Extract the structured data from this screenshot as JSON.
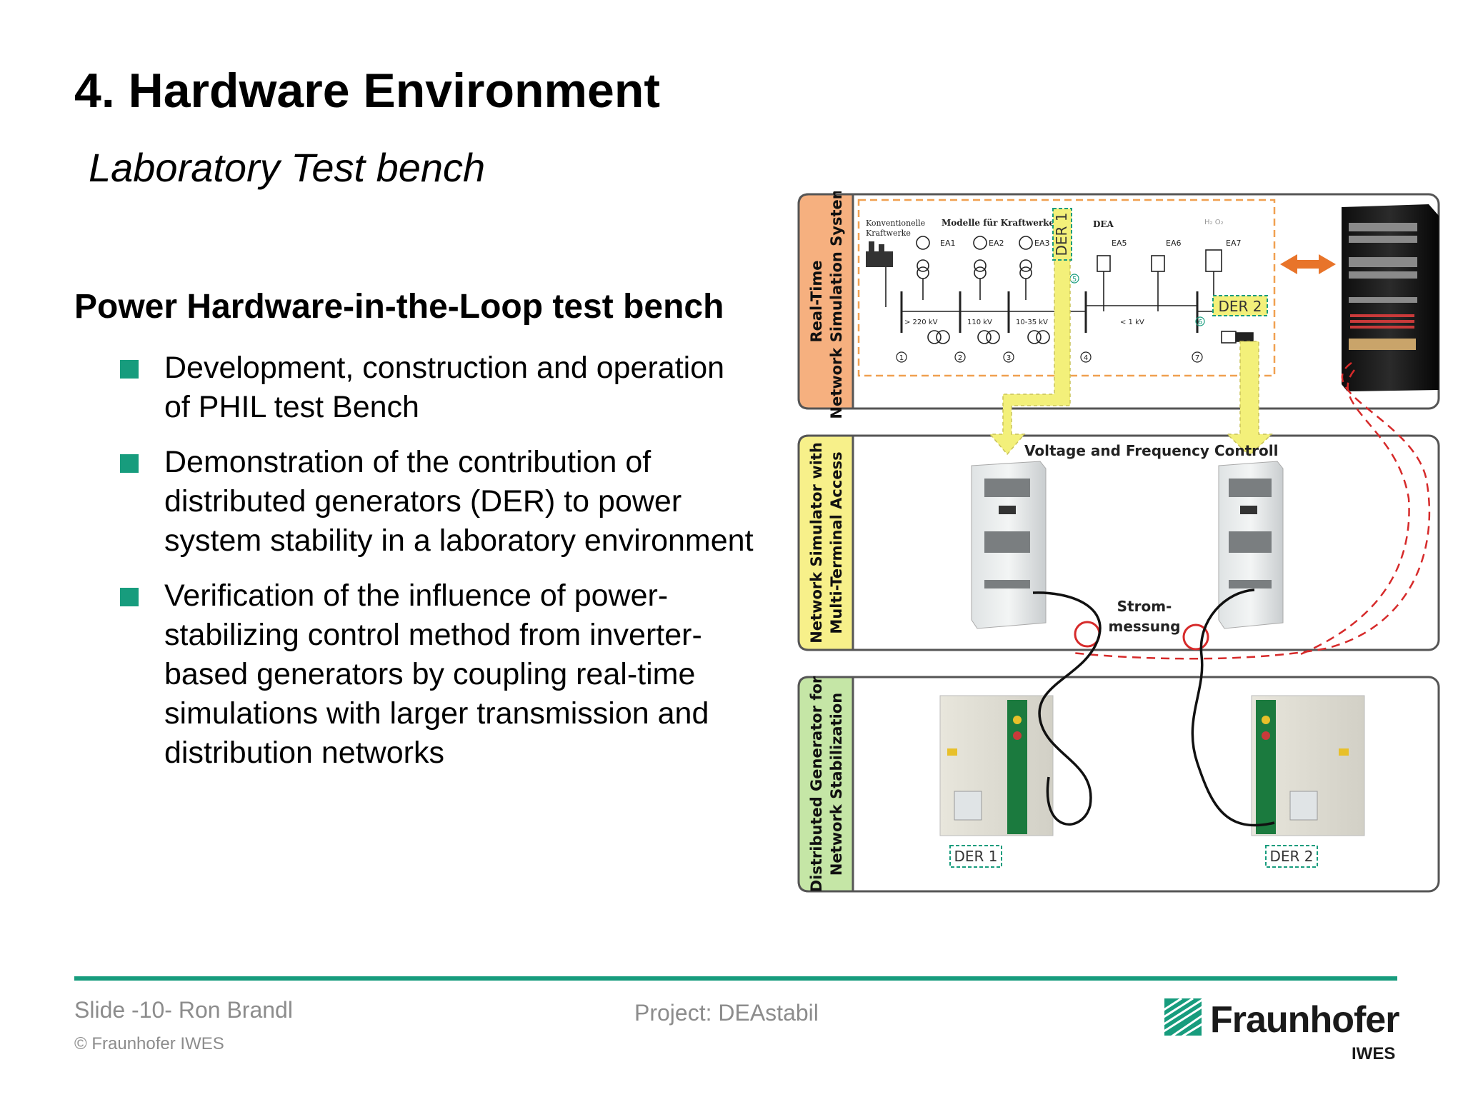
{
  "slide": {
    "title": "4. Hardware Environment",
    "subtitle": "Laboratory Test bench"
  },
  "main": {
    "heading": "Power Hardware-in-the-Loop test bench",
    "bullets": [
      {
        "lines": [
          "Development, construction and operation",
          "of PHIL test Bench"
        ]
      },
      {
        "lines": [
          "Demonstration of the contribution of",
          "distributed generators (DER) to power",
          "system stability in a laboratory environment"
        ]
      },
      {
        "lines": [
          "Verification of the influence of power-",
          "stabilizing control method from inverter-",
          "based generators by coupling real-time",
          "simulations with larger transmission and",
          "distribution networks"
        ]
      }
    ]
  },
  "diagram": {
    "panels": [
      {
        "label_line1": "Real-Time",
        "label_line2": "Network Simulation System",
        "color": "#f6b07f"
      },
      {
        "label_line1": "Network Simulator with",
        "label_line2": "Multi-Terminal Access",
        "color": "#f7f08a"
      },
      {
        "label_line1": "Distributed Generator for",
        "label_line2": "Network Stabilization",
        "color": "#c5e6a6"
      }
    ],
    "schematic": {
      "conventional": "Konventionelle",
      "conventional2": "Kraftwerke",
      "model_plants": "Modelle für Kraftwerke",
      "dea": "DEA",
      "gen_labels": [
        "EA1",
        "EA2",
        "EA3",
        "EA5",
        "EA6",
        "EA7"
      ],
      "h2o2": "H₂ O₂",
      "voltages": [
        "> 220 kV",
        "110 kV",
        "10-35 kV",
        "< 1 kV"
      ],
      "nodes": [
        "1",
        "2",
        "3",
        "4",
        "5",
        "6",
        "7"
      ]
    },
    "der1_tag": "DER 1",
    "der2_tag": "DER 2",
    "control_label": "Voltage and Frequency Controll",
    "measurement_line1": "Strom-",
    "measurement_line2": "messung",
    "der1_bottom": "DER 1",
    "der2_bottom": "DER 2",
    "colors": {
      "arrow": "#e8742a",
      "yellow_arrow": "#f3f07a",
      "dash_red": "#d62a2a"
    }
  },
  "footer": {
    "left": "Slide -10- Ron Brandl",
    "project": "Project: DEAstabil",
    "copyright": "© Fraunhofer IWES",
    "logo_name": "Fraunhofer",
    "logo_sub": "IWES",
    "accent": "#179c7d"
  }
}
